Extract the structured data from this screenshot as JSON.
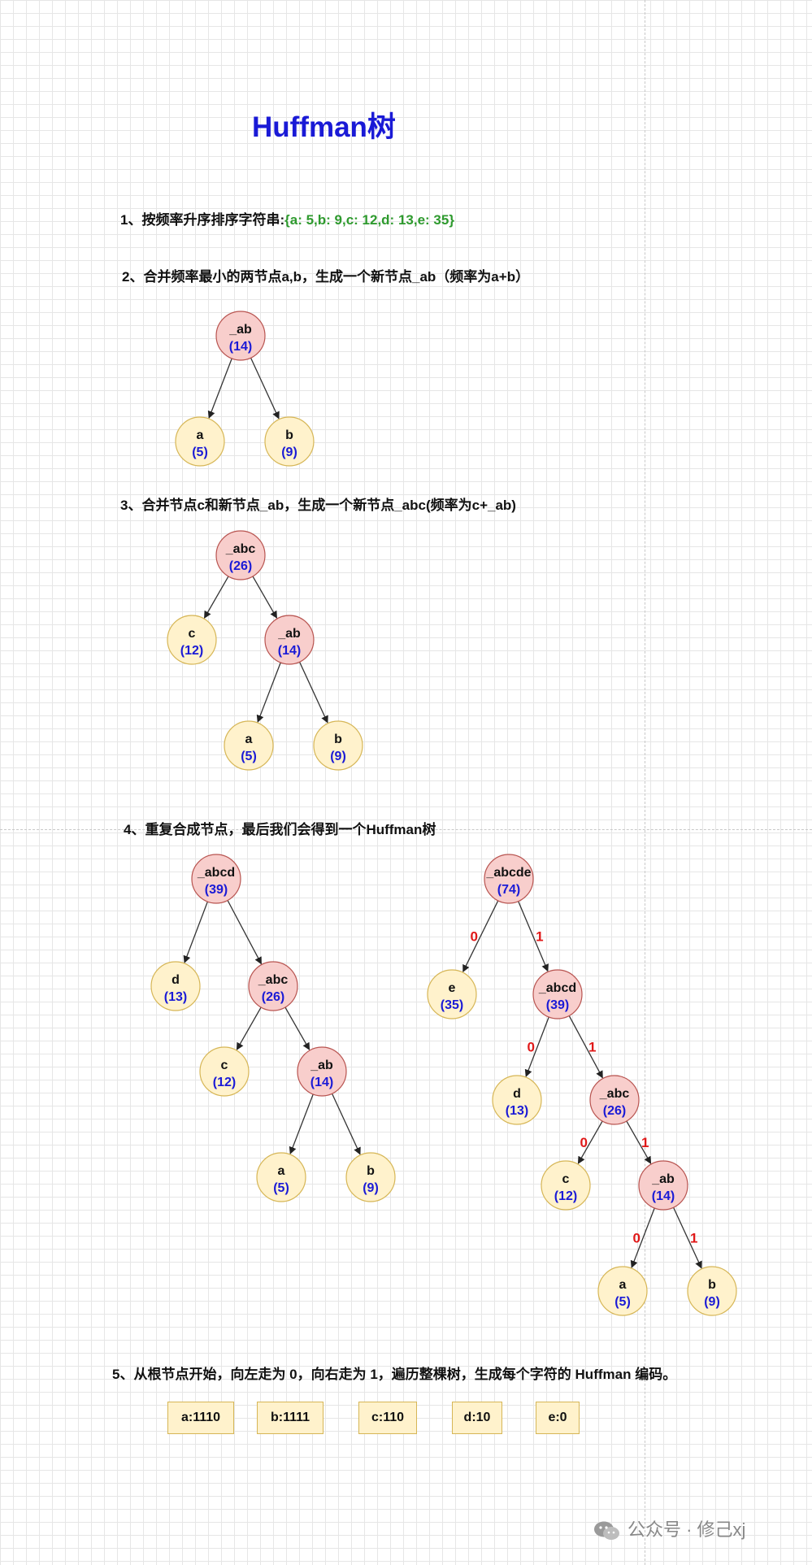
{
  "title": "Huffman树",
  "steps": {
    "s1": "1、按频率升序排序字符串:",
    "s1_seq": "{a: 5,b: 9,c: 12,d: 13,e: 35}",
    "s2": "2、合并频率最小的两节点a,b，生成一个新节点_ab（频率为a+b）",
    "s3": "3、合并节点c和新节点_ab，生成一个新节点_abc(频率为c+_ab)",
    "s4": "4、重复合成节点，最后我们会得到一个Huffman树",
    "s5": "5、从根节点开始，向左走为 0，向右走为 1，遍历整棵树，生成每个字符的 Huffman 编码。"
  },
  "colors": {
    "internal_fill": "#f8cecc",
    "internal_stroke": "#b85450",
    "leaf_fill": "#fff2cc",
    "leaf_stroke": "#d6b656",
    "freq_text": "#1a1ad6",
    "edge_label": "#e01818",
    "sequence": "#2e9a2e"
  },
  "tree1": {
    "nodes": [
      {
        "id": "ab",
        "char": "_ab",
        "freq": "(14)",
        "kind": "internal"
      },
      {
        "id": "a",
        "char": "a",
        "freq": "(5)",
        "kind": "leaf"
      },
      {
        "id": "b",
        "char": "b",
        "freq": "(9)",
        "kind": "leaf"
      }
    ],
    "edges": [
      {
        "from": "ab",
        "to": "a"
      },
      {
        "from": "ab",
        "to": "b"
      }
    ]
  },
  "tree2": {
    "nodes": [
      {
        "id": "abc",
        "char": "_abc",
        "freq": "(26)",
        "kind": "internal"
      },
      {
        "id": "c",
        "char": "c",
        "freq": "(12)",
        "kind": "leaf"
      },
      {
        "id": "ab",
        "char": "_ab",
        "freq": "(14)",
        "kind": "internal"
      },
      {
        "id": "a",
        "char": "a",
        "freq": "(5)",
        "kind": "leaf"
      },
      {
        "id": "b",
        "char": "b",
        "freq": "(9)",
        "kind": "leaf"
      }
    ],
    "edges": [
      {
        "from": "abc",
        "to": "c"
      },
      {
        "from": "abc",
        "to": "ab"
      },
      {
        "from": "ab",
        "to": "a"
      },
      {
        "from": "ab",
        "to": "b"
      }
    ]
  },
  "tree3": {
    "nodes": [
      {
        "id": "abcd",
        "char": "_abcd",
        "freq": "(39)",
        "kind": "internal"
      },
      {
        "id": "d",
        "char": "d",
        "freq": "(13)",
        "kind": "leaf"
      },
      {
        "id": "abc",
        "char": "_abc",
        "freq": "(26)",
        "kind": "internal"
      },
      {
        "id": "c",
        "char": "c",
        "freq": "(12)",
        "kind": "leaf"
      },
      {
        "id": "ab",
        "char": "_ab",
        "freq": "(14)",
        "kind": "internal"
      },
      {
        "id": "a",
        "char": "a",
        "freq": "(5)",
        "kind": "leaf"
      },
      {
        "id": "b",
        "char": "b",
        "freq": "(9)",
        "kind": "leaf"
      }
    ],
    "edges": [
      {
        "from": "abcd",
        "to": "d"
      },
      {
        "from": "abcd",
        "to": "abc"
      },
      {
        "from": "abc",
        "to": "c"
      },
      {
        "from": "abc",
        "to": "ab"
      },
      {
        "from": "ab",
        "to": "a"
      },
      {
        "from": "ab",
        "to": "b"
      }
    ]
  },
  "tree4": {
    "nodes": [
      {
        "id": "abcde",
        "char": "_abcde",
        "freq": "(74)",
        "kind": "internal"
      },
      {
        "id": "e",
        "char": "e",
        "freq": "(35)",
        "kind": "leaf"
      },
      {
        "id": "abcd",
        "char": "_abcd",
        "freq": "(39)",
        "kind": "internal"
      },
      {
        "id": "d",
        "char": "d",
        "freq": "(13)",
        "kind": "leaf"
      },
      {
        "id": "abc",
        "char": "_abc",
        "freq": "(26)",
        "kind": "internal"
      },
      {
        "id": "c",
        "char": "c",
        "freq": "(12)",
        "kind": "leaf"
      },
      {
        "id": "ab",
        "char": "_ab",
        "freq": "(14)",
        "kind": "internal"
      },
      {
        "id": "a",
        "char": "a",
        "freq": "(5)",
        "kind": "leaf"
      },
      {
        "id": "b",
        "char": "b",
        "freq": "(9)",
        "kind": "leaf"
      }
    ],
    "edges": [
      {
        "from": "abcde",
        "to": "e",
        "label": "0"
      },
      {
        "from": "abcde",
        "to": "abcd",
        "label": "1"
      },
      {
        "from": "abcd",
        "to": "d",
        "label": "0"
      },
      {
        "from": "abcd",
        "to": "abc",
        "label": "1"
      },
      {
        "from": "abc",
        "to": "c",
        "label": "0"
      },
      {
        "from": "abc",
        "to": "ab",
        "label": "1"
      },
      {
        "from": "ab",
        "to": "a",
        "label": "0"
      },
      {
        "from": "ab",
        "to": "b",
        "label": "1"
      }
    ]
  },
  "codes": [
    "a:1110",
    "b:1111",
    "c:110",
    "d:10",
    "e:0"
  ],
  "watermark": "公众号 · 修己xj"
}
